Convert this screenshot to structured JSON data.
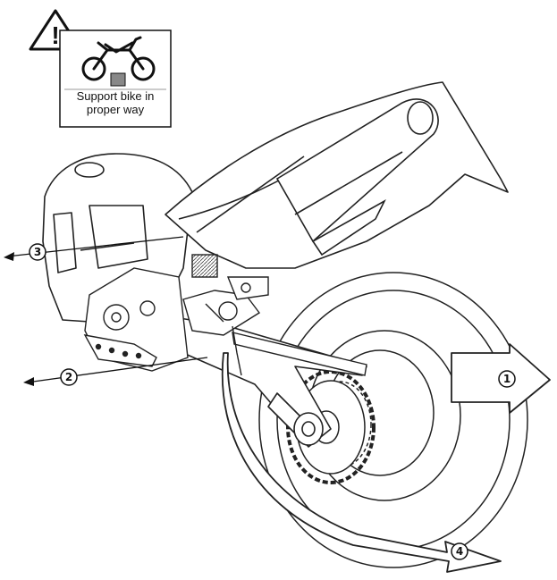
{
  "warning_sign": {
    "symbol": "!",
    "line1": "Support bike in",
    "line2": "proper way"
  },
  "callouts": [
    {
      "id": "1",
      "glyph": "①"
    },
    {
      "id": "2",
      "glyph": "②"
    },
    {
      "id": "3",
      "glyph": "③"
    },
    {
      "id": "4",
      "glyph": "④"
    }
  ]
}
